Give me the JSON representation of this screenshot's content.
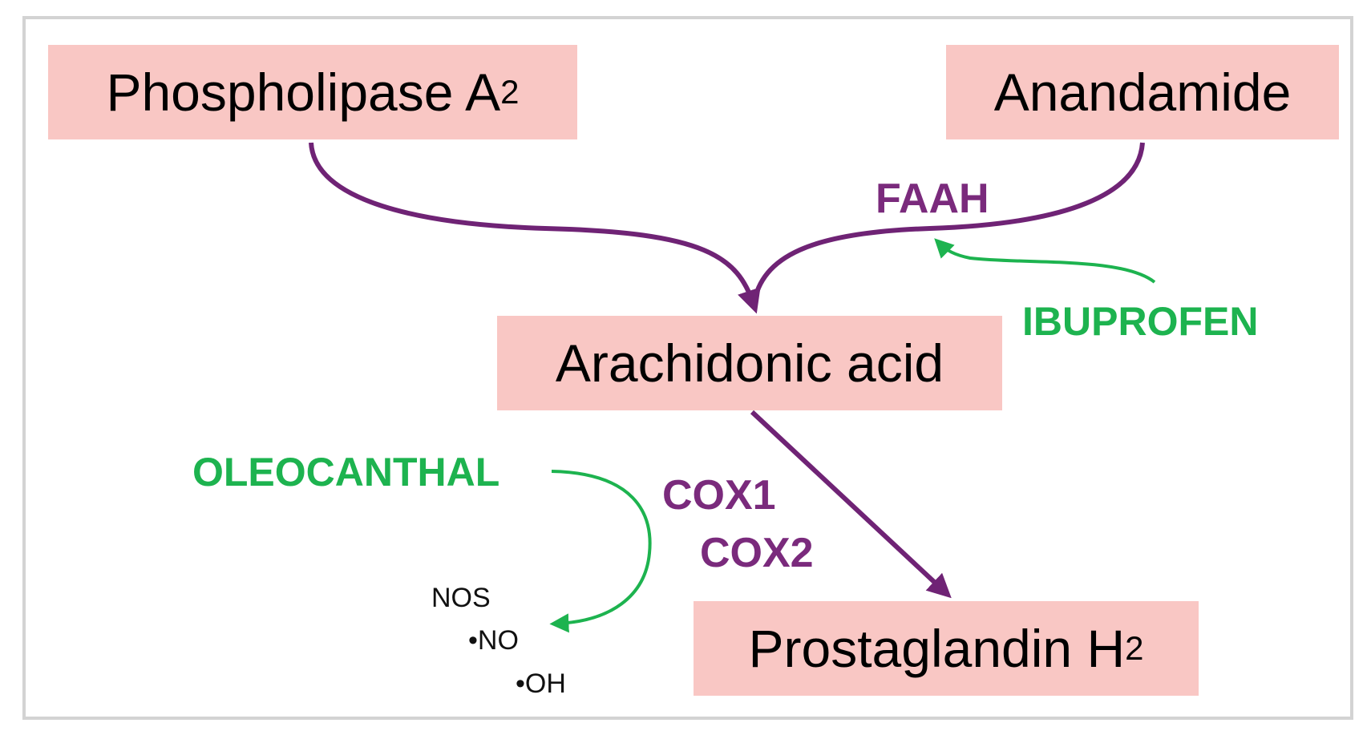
{
  "boxes": {
    "phospholipase": {
      "main": "Phospholipase A",
      "sub": "2"
    },
    "anandamide": {
      "main": "Anandamide"
    },
    "arachidonic": {
      "main": "Arachidonic acid"
    },
    "prostaglandin": {
      "main": "Prostaglandin H",
      "sub": "2"
    }
  },
  "enzymes": {
    "faah": "FAAH",
    "cox1": "COX1",
    "cox2": "COX2"
  },
  "drugs": {
    "ibuprofen": "IBUPROFEN",
    "oleocanthal": "OLEOCANTHAL"
  },
  "species": {
    "nos": "NOS",
    "no": "•NO",
    "oh": "•OH"
  },
  "colors": {
    "box_fill": "#f9c7c4",
    "pathway_arrow": "#6f2375",
    "enzyme_text": "#7a2a7c",
    "drug_arrow": "#1db34f",
    "frame_border": "#d3d3d3"
  }
}
